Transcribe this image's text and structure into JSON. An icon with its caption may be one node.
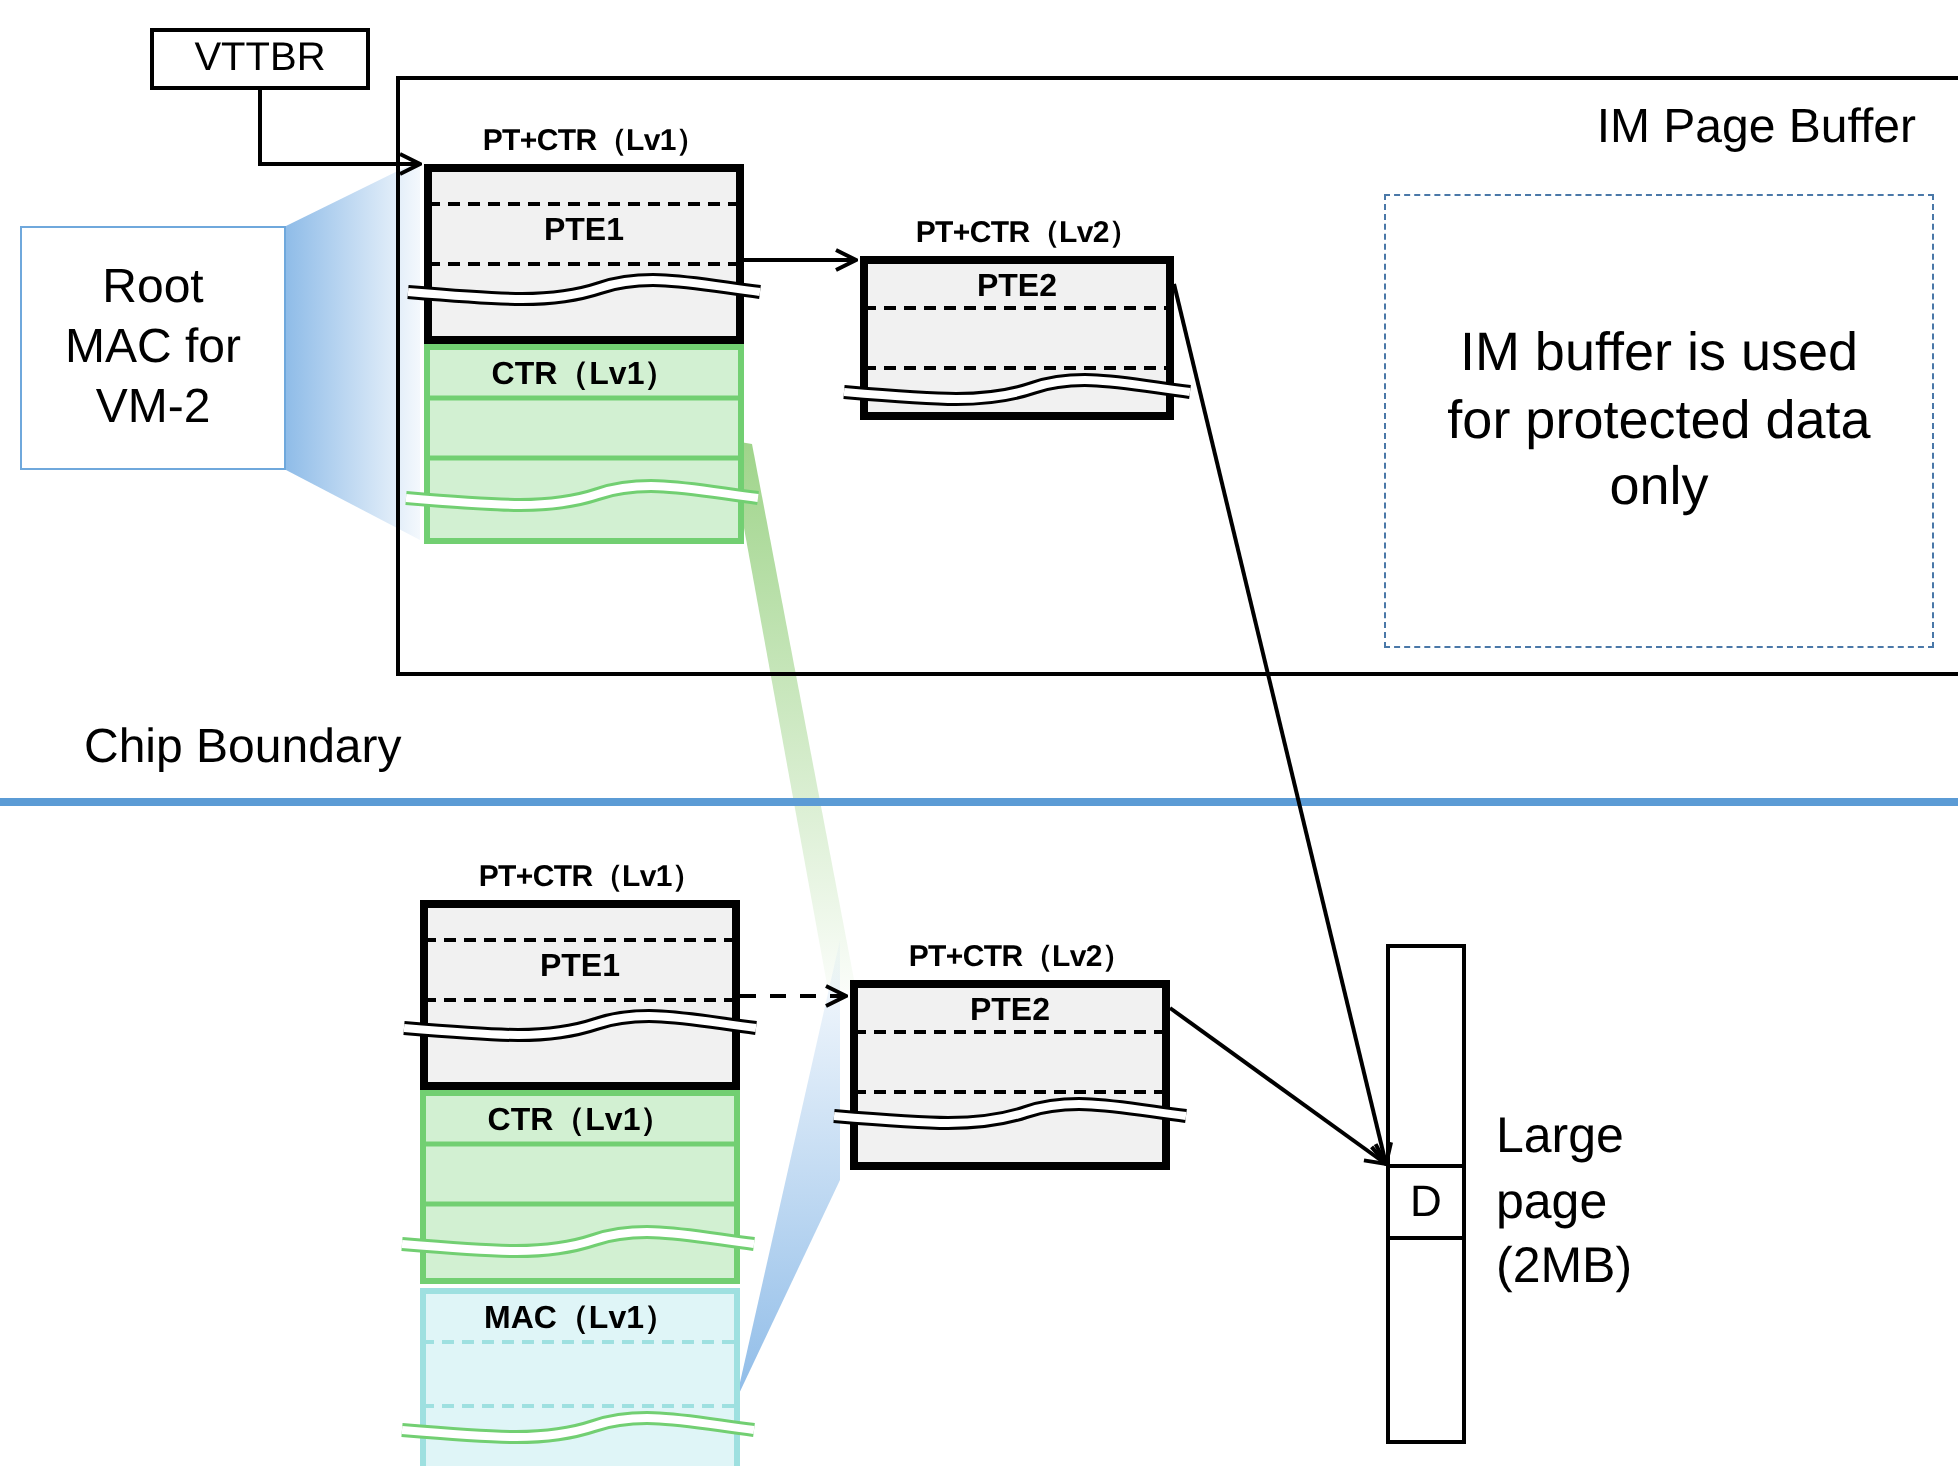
{
  "diagram": {
    "nodes": [
      {
        "text": [
          "VTTBR"
        ]
      },
      {
        "text": [
          "IM Page Buffer"
        ]
      },
      {
        "text": [
          "PT+CTR（Lv1）",
          "PTE1"
        ],
        "in": 1
      },
      {
        "text": [
          "CTR（Lv1）"
        ],
        "in": 1
      },
      {
        "text": [
          "PT+CTR（Lv2）",
          "PTE2"
        ],
        "in": 1
      },
      {
        "text": [
          "IM buffer is used for protected data only"
        ],
        "in": 1
      },
      {
        "text": [
          "Root MAC for VM-2"
        ]
      },
      {
        "text": [
          "PT+CTR（Lv1）",
          "PTE1"
        ]
      },
      {
        "text": [
          "CTR（Lv1）"
        ]
      },
      {
        "text": [
          "MAC（Lv1）"
        ]
      },
      {
        "text": [
          "PT+CTR（Lv2）",
          "PTE2"
        ]
      },
      {
        "text": [],
        "shape": "bar",
        "beside": [
          "Large page (2MB)"
        ]
      },
      {
        "text": [
          "D"
        ],
        "in": 11
      }
    ],
    "edges": [
      {
        "from": 0,
        "to": 2,
        "arrow": "to"
      },
      {
        "from": 2,
        "to": 4,
        "arrow": "to"
      },
      {
        "from": 4,
        "to": 12,
        "arrow": "to"
      },
      {
        "from": 7,
        "to": 10,
        "arrow": "to",
        "style": "dashed"
      },
      {
        "from": 10,
        "to": 12,
        "arrow": "to"
      }
    ],
    "labels": [
      "Chip Boundary"
    ]
  }
}
